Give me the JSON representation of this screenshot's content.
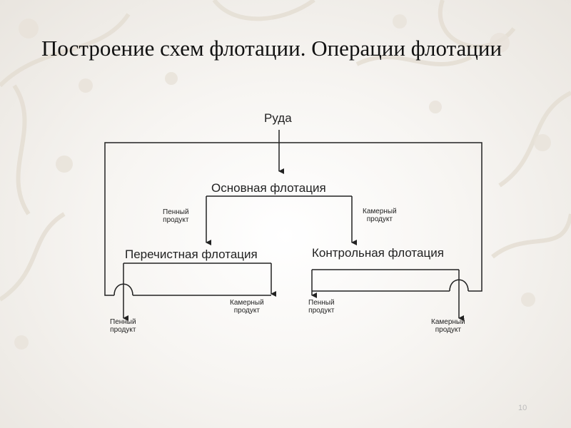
{
  "title": "Построение схем флотации. Операции флотации",
  "nodes": {
    "ore": "Руда",
    "main_flotation": "Основная флотация",
    "cleaner_flotation": "Перечистная флотация",
    "control_flotation": "Контрольная флотация"
  },
  "edges": {
    "main_froth": [
      "Пенный",
      "продукт"
    ],
    "main_chamber": [
      "Камерный",
      "продукт"
    ],
    "cleaner_chamber": [
      "Камерный",
      "продукт"
    ],
    "cleaner_froth": [
      "Пенный",
      "продукт"
    ],
    "control_froth": [
      "Пенный",
      "продукт"
    ],
    "control_chamber": [
      "Камерный",
      "продукт"
    ]
  },
  "page_number": "10"
}
